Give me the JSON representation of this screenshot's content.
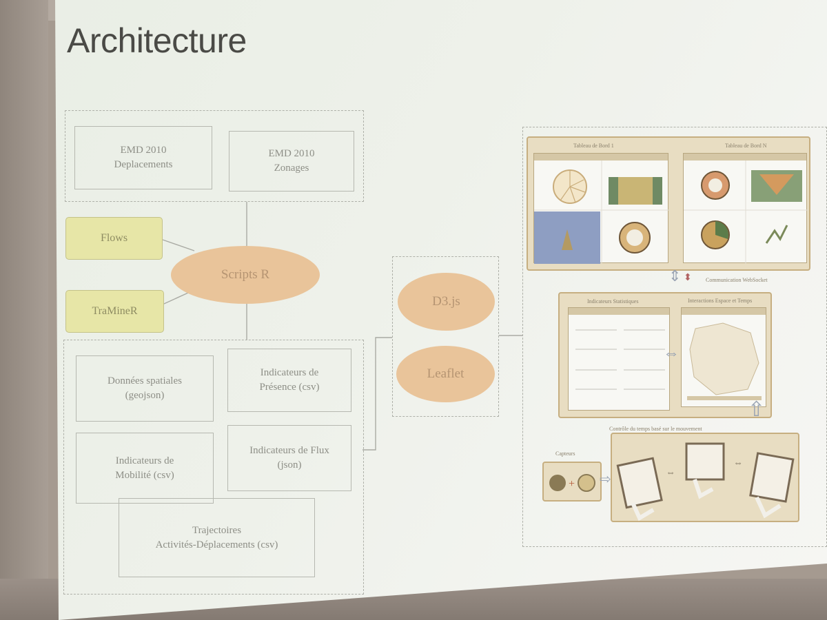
{
  "slide": {
    "title": "Architecture"
  },
  "sources": [
    {
      "id": "emd-deplacements",
      "label": "EMD 2010\nDeplacements"
    },
    {
      "id": "emd-zonages",
      "label": "EMD 2010\nZonages"
    }
  ],
  "packages": [
    {
      "id": "flows",
      "label": "Flows"
    },
    {
      "id": "traminer",
      "label": "TraMineR"
    }
  ],
  "processor": {
    "label": "Scripts R"
  },
  "outputs": [
    {
      "id": "donnees-spatiales",
      "label": "Données spatiales\n(geojson)"
    },
    {
      "id": "indicateurs-presence",
      "label": "Indicateurs de\nPrésence (csv)"
    },
    {
      "id": "indicateurs-mobilite",
      "label": "Indicateurs de\nMobilité (csv)"
    },
    {
      "id": "indicateurs-flux",
      "label": "Indicateurs de Flux\n(json)"
    },
    {
      "id": "trajectoires",
      "label": "Trajectoires\nActivités-Déplacements (csv)"
    }
  ],
  "libraries": [
    {
      "id": "d3",
      "label": "D3.js"
    },
    {
      "id": "leaflet",
      "label": "Leaflet"
    }
  ],
  "dashboard": {
    "tableau1_label": "Tableau de Bord 1",
    "tableauN_label": "Tableau de Bord N",
    "communication_label": "Communication WebSocket",
    "indicateurs_label": "Indicateurs Statistiques",
    "interactions_label": "Interactions Espace et Temps",
    "controle_label": "Contrôle du temps basé sur le mouvement",
    "capteurs_label": "Capteurs"
  },
  "colors": {
    "package_fill": "#e7e6a7",
    "oval_fill": "#e9c49a",
    "frame_fill": "#e8ddc2",
    "box_border": "#b6b8b0"
  }
}
